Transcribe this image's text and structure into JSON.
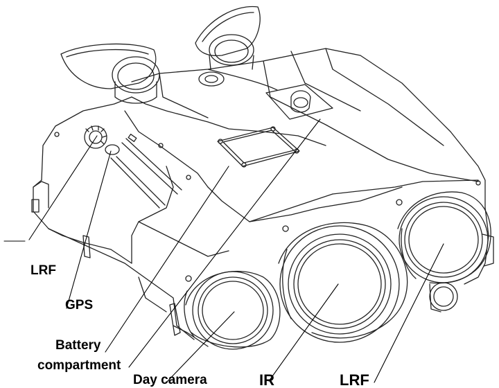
{
  "labels": {
    "lrf_left": "LRF",
    "gps": "GPS",
    "battery_line1": "Battery",
    "battery_line2": "compartment",
    "day_camera": "Day camera",
    "ir": "IR",
    "lrf_right": "LRF"
  },
  "colors": {
    "ink": "#000000",
    "background": "#ffffff"
  }
}
